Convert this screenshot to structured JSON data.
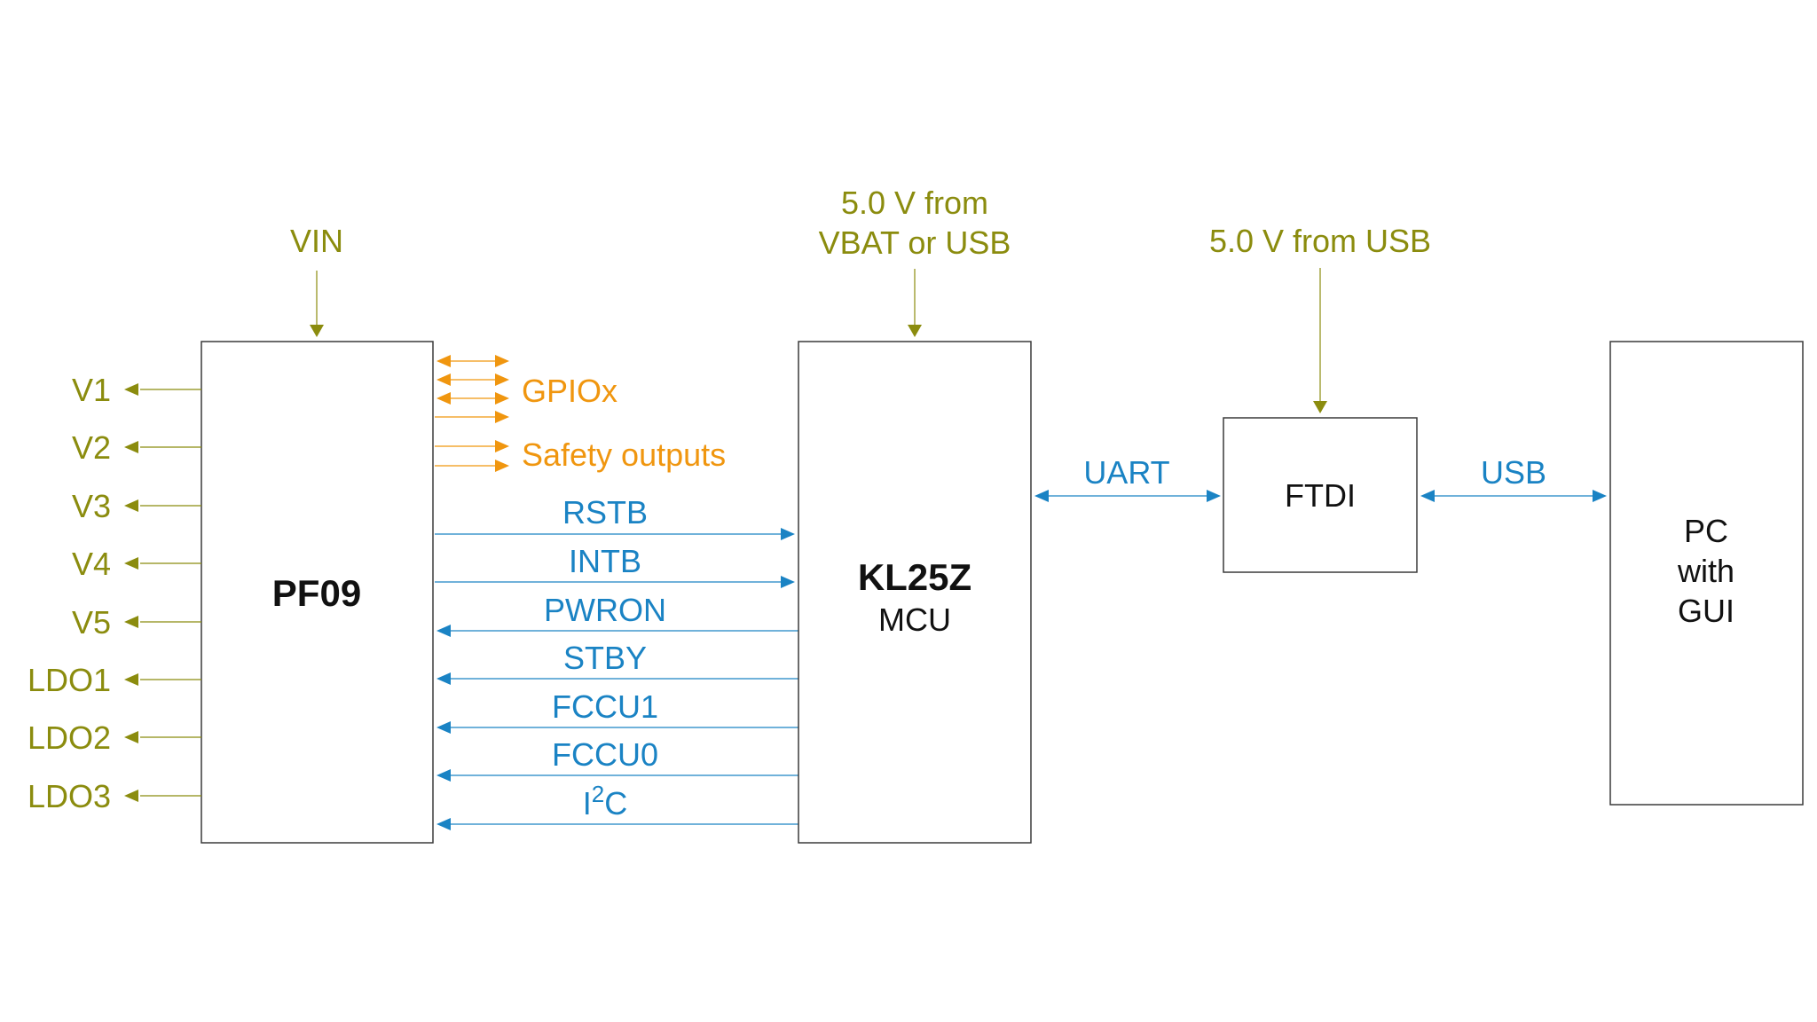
{
  "pf09": {
    "name": "PF09",
    "input": "VIN"
  },
  "pf09_outputs": [
    "V1",
    "V2",
    "V3",
    "V4",
    "V5",
    "LDO1",
    "LDO2",
    "LDO3"
  ],
  "pf09_io": {
    "gpio": "GPIOx",
    "safety": "Safety outputs"
  },
  "mcu": {
    "name": "KL25Z",
    "sub": "MCU",
    "supply_line1": "5.0 V from",
    "supply_line2": "VBAT or USB"
  },
  "signals": {
    "to_mcu": [
      "RSTB",
      "INTB"
    ],
    "to_pf09": [
      "PWRON",
      "STBY",
      "FCCU1",
      "FCCU0"
    ],
    "i2c_base": "I",
    "i2c_sup": "2",
    "i2c_tail": "C"
  },
  "ftdi": {
    "name": "FTDI",
    "supply": "5.0 V from USB"
  },
  "links": {
    "uart": "UART",
    "usb": "USB"
  },
  "pc": {
    "line1": "PC",
    "line2": "with",
    "line3": "GUI"
  },
  "colors": {
    "power": "#8b8c0e",
    "gpio": "#f0960f",
    "signal": "#1a83c4",
    "block_border": "#3a3a3a"
  }
}
